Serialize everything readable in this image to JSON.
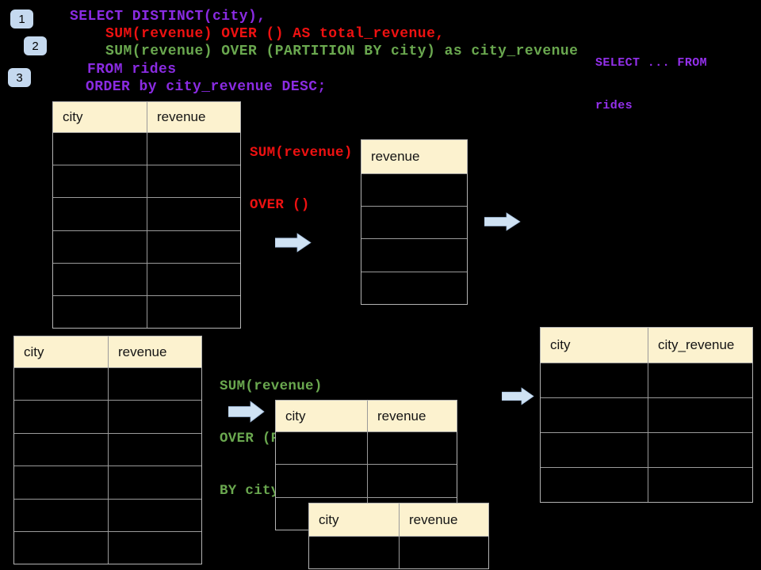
{
  "colors": {
    "background": "#000000",
    "table_header_fill": "#FCF2CF",
    "purple": "#8A2BE2",
    "side_purple": "#9430EC",
    "red": "#EE1111",
    "green": "#6AA84F",
    "arrow_fill": "#CFE2F3",
    "badge_fill": "#C5D9EF",
    "grid_line": "#9a9a9a",
    "table_text": "#141414"
  },
  "step_badges": [
    {
      "label": "1"
    },
    {
      "label": "2"
    },
    {
      "label": "3"
    }
  ],
  "sql": {
    "lines": [
      {
        "text": "SELECT DISTINCT(city),",
        "color": "purple"
      },
      {
        "text": "SUM(revenue) OVER () AS total_revenue,",
        "color": "red"
      },
      {
        "text": "SUM(revenue) OVER (PARTITION BY city) as city_revenue",
        "color": "green"
      },
      {
        "text": "FROM rides",
        "color": "purple"
      },
      {
        "text": "ORDER by city_revenue DESC;",
        "color": "purple"
      }
    ]
  },
  "side_note": {
    "line1": "SELECT ... FROM",
    "line2": "rides"
  },
  "annotations": {
    "total_revenue_label": {
      "line1": "SUM(revenue)",
      "line2": "OVER ()"
    },
    "partition_label": {
      "line1": "SUM(revenue)",
      "line2": "OVER (PARTITION",
      "line3": "BY city)"
    }
  },
  "tables": {
    "source_table_top": {
      "headers": [
        "city",
        "revenue"
      ],
      "empty_row_count": 6
    },
    "total_revenue_result": {
      "headers": [
        "revenue"
      ],
      "empty_row_count": 4
    },
    "source_table_bottom": {
      "headers": [
        "city",
        "revenue"
      ],
      "empty_row_count": 6
    },
    "partition_step_table": {
      "headers": [
        "city",
        "revenue"
      ],
      "empty_row_count": 3
    },
    "partition_overlay_table": {
      "headers": [
        "city",
        "revenue"
      ],
      "empty_row_count": 1
    },
    "city_revenue_result": {
      "headers": [
        "city",
        "city_revenue"
      ],
      "empty_row_count": 4
    }
  }
}
